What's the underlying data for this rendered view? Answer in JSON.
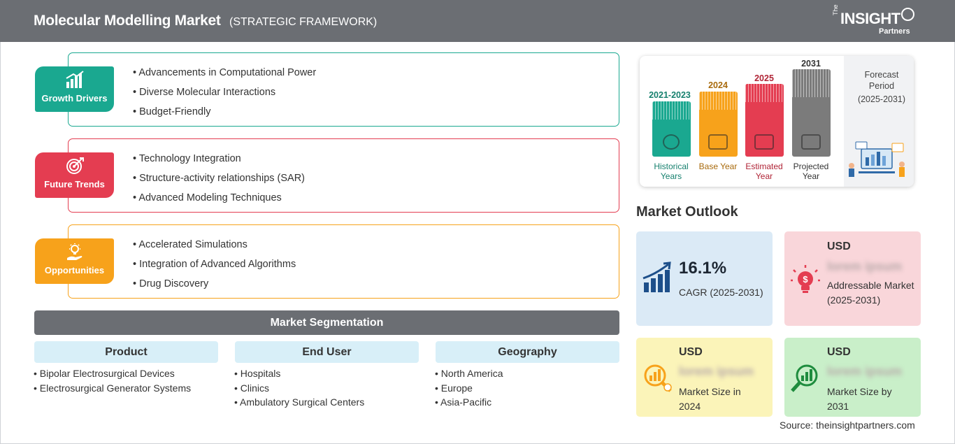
{
  "header": {
    "title": "Molecular Modelling Market",
    "subtitle": "(STRATEGIC FRAMEWORK)",
    "logo": {
      "the": "The",
      "main": "INSIGHT",
      "partners": "Partners"
    }
  },
  "framework": [
    {
      "label": "Growth Drivers",
      "color": "#1aa890",
      "icon": "bar-chart-growth-icon",
      "items": [
        "Advancements in Computational Power",
        "Diverse Molecular Interactions",
        "Budget-Friendly"
      ]
    },
    {
      "label": "Future Trends",
      "color": "#e43d51",
      "icon": "target-icon",
      "items": [
        "Technology Integration",
        "Structure-activity relationships (SAR)",
        "Advanced Modeling Techniques"
      ]
    },
    {
      "label": "Opportunities",
      "color": "#f7a21b",
      "icon": "lightbulb-hand-icon",
      "items": [
        "Accelerated Simulations",
        "Integration of Advanced Algorithms",
        "Drug Discovery"
      ]
    }
  ],
  "segmentation": {
    "title": "Market Segmentation",
    "columns": [
      {
        "head": "Product",
        "items": [
          "Bipolar Electrosurgical Devices",
          "Electrosurgical Generator Systems"
        ]
      },
      {
        "head": "End User",
        "items": [
          "Hospitals",
          "Clinics",
          "Ambulatory Surgical Centers"
        ]
      },
      {
        "head": "Geography",
        "items": [
          "North America",
          "Europe",
          "Asia-Pacific"
        ]
      }
    ]
  },
  "timeline": {
    "bars": [
      {
        "year": "2021-2023",
        "caption": "Historical Years",
        "color": "#1aa890",
        "year_color": "#16806e",
        "icon": "history-clock-icon"
      },
      {
        "year": "2024",
        "caption": "Base Year",
        "color": "#f7a21b",
        "year_color": "#a86a0c",
        "icon": "calendar-icon"
      },
      {
        "year": "2025",
        "caption": "Estimated Year",
        "color": "#e43d51",
        "year_color": "#b02436",
        "icon": "estimate-chart-icon"
      },
      {
        "year": "2031",
        "caption": "Projected Year",
        "color": "#7b7b7b",
        "year_color": "#333333",
        "icon": "presentation-board-icon"
      }
    ],
    "forecast": {
      "label": "Forecast Period",
      "range": "(2025-2031)"
    }
  },
  "outlook": {
    "title": "Market Outlook",
    "cagr": {
      "value": "16.1%",
      "label": "CAGR (2025-2031)",
      "color": "#dbeaf6",
      "icon": "growth-arrow-chart-icon"
    },
    "addressable": {
      "currency": "USD",
      "value": "lorem ipsum",
      "label": "Addressable Market (2025-2031)",
      "color": "#f9d6da",
      "icon": "dollar-bulb-icon"
    },
    "size_2024": {
      "currency": "USD",
      "value": "lorem ipsum",
      "label": "Market Size in 2024",
      "color": "#fbf4b9",
      "icon": "magnifier-chart-icon"
    },
    "size_2031": {
      "currency": "USD",
      "value": "lorem ipsum",
      "label": "Market Size by 2031",
      "color": "#c9efc9",
      "icon": "magnifier-chart-icon"
    }
  },
  "source": "Source: theinsightpartners.com"
}
